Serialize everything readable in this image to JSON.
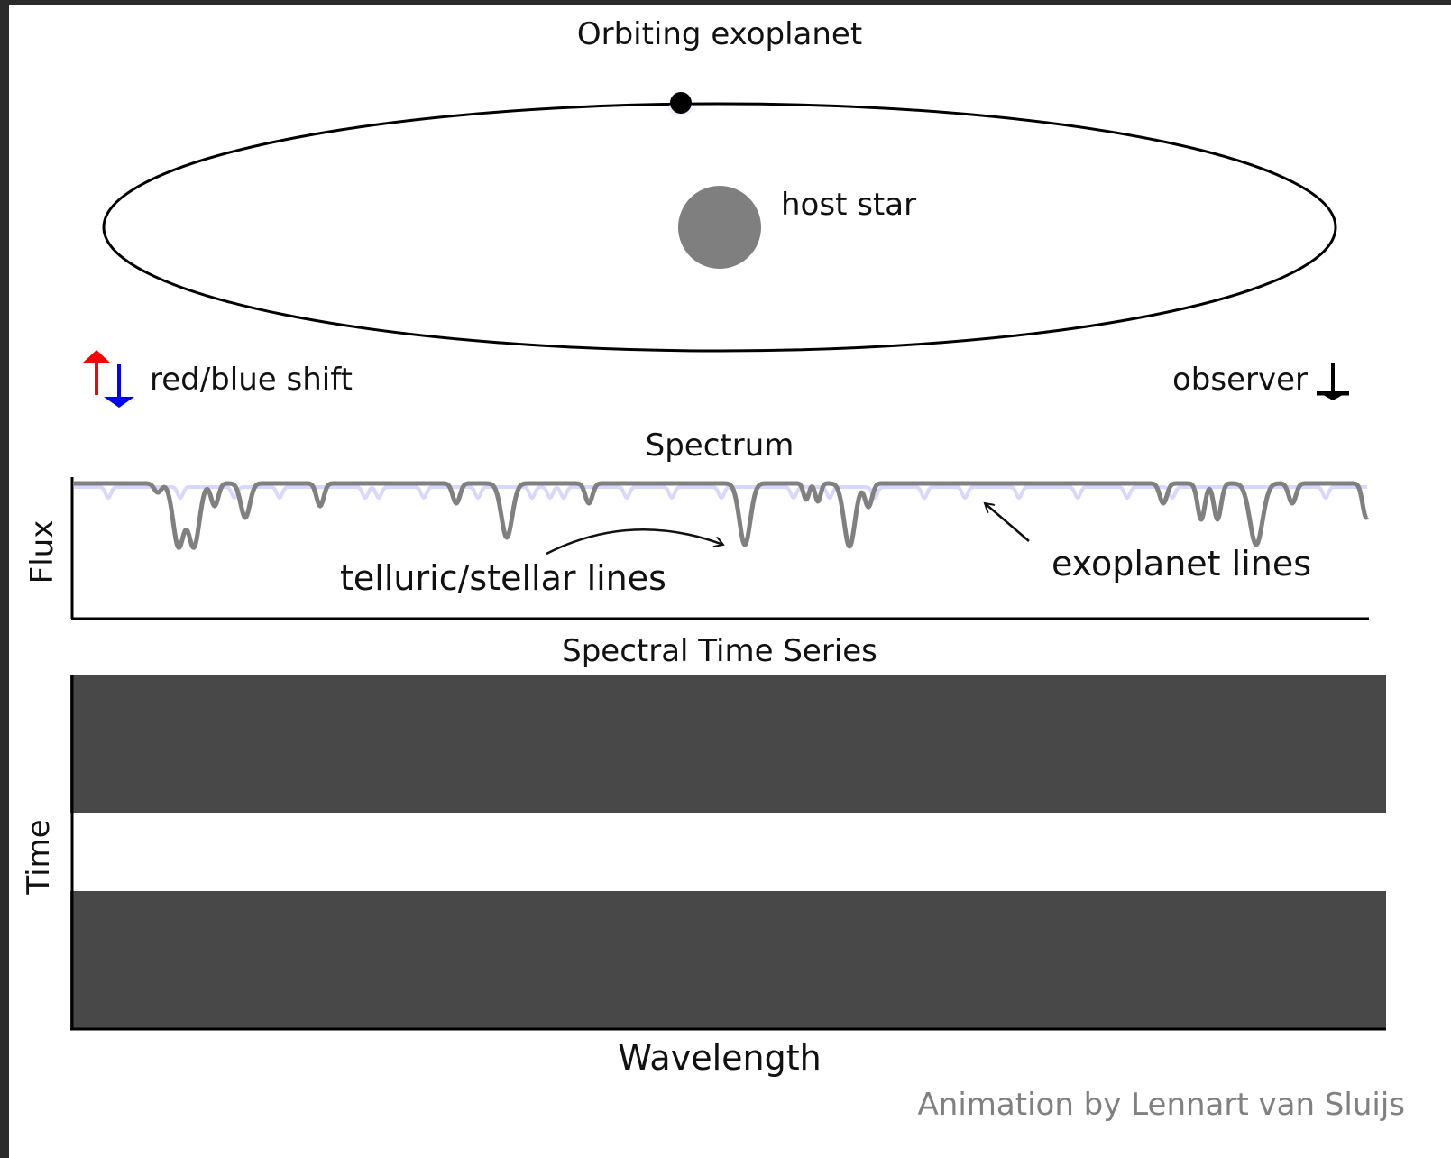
{
  "orbit_panel": {
    "title": "Orbiting exoplanet",
    "star_label": "host star",
    "legend_shift_label": "red/blue shift",
    "observer_label": "observer",
    "colors": {
      "star": "#7f7f7f",
      "redshift_arrow": "#ff0000",
      "blueshift_arrow": "#0000ff",
      "orbit": "#000000",
      "planet": "#000000"
    }
  },
  "spectrum_panel": {
    "title": "Spectrum",
    "ylabel": "Flux",
    "annotation_telluric": "telluric/stellar lines",
    "annotation_exoplanet": "exoplanet lines",
    "colors": {
      "spectrum_line": "#808080",
      "exoplanet_lines": "#d8d8ff"
    }
  },
  "time_series_panel": {
    "title": "Spectral Time Series",
    "ylabel": "Time",
    "xlabel": "Wavelength",
    "colors": {
      "band": "#484848"
    }
  },
  "credit": "Animation by Lennart van Sluijs"
}
